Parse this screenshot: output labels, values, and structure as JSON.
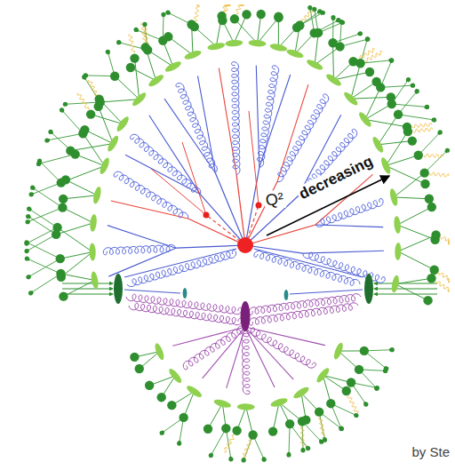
{
  "diagram": {
    "labels": [
      "Q²",
      "decreasing",
      "by Ste"
    ]
  }
}
